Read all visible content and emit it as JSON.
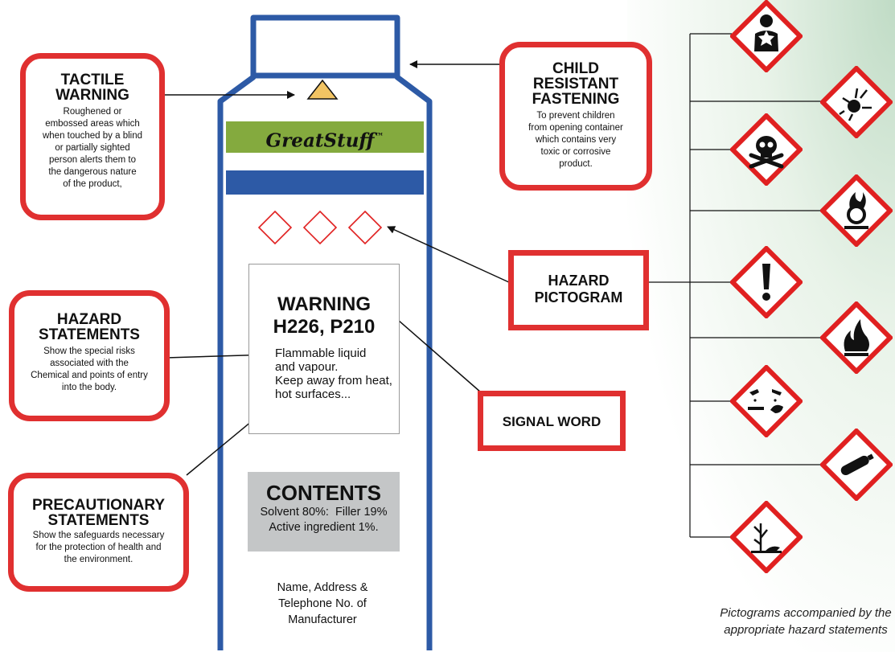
{
  "brand": {
    "name": "GreatStuff",
    "tm": "™"
  },
  "label": {
    "signal_word": "WARNING",
    "codes": "H226, P210",
    "hazard_lines": [
      "Flammable liquid",
      "and vapour.",
      "Keep away from heat,",
      "hot surfaces..."
    ],
    "contents_title": "CONTENTS",
    "contents_lines": [
      "Solvent 80%:  Filler 19%",
      "Active ingredient 1%."
    ],
    "manufacturer_lines": [
      "Name, Address &",
      "Telephone No. of",
      "Manufacturer"
    ]
  },
  "callouts": {
    "tactile": {
      "title_lines": [
        "TACTILE",
        "WARNING"
      ],
      "desc_lines": [
        "Roughened or",
        "embossed areas which",
        "when touched by a blind",
        "or partially sighted",
        "person alerts them to",
        "the dangerous nature",
        "of the product,"
      ]
    },
    "child": {
      "title_lines": [
        "CHILD",
        "RESISTANT",
        "FASTENING"
      ],
      "desc_lines": [
        "To prevent children",
        "from opening container",
        "which contains very",
        "toxic or corrosive",
        "product."
      ]
    },
    "hazard_statements": {
      "title_lines": [
        "HAZARD",
        "STATEMENTS"
      ],
      "desc_lines": [
        "Show the special risks",
        "associated with the",
        "Chemical and points of entry",
        "into the body."
      ]
    },
    "precautionary": {
      "title_lines": [
        "PRECAUTIONARY",
        "STATEMENTS"
      ],
      "desc_lines": [
        "Show the safeguards necessary",
        "for the protection of health and",
        "the environment."
      ]
    }
  },
  "boxes": {
    "hazard_pictogram": [
      "HAZARD",
      "PICTOGRAM"
    ],
    "signal_word": "SIGNAL WORD"
  },
  "pictograms": [
    "health-hazard",
    "explosive",
    "skull-crossbones",
    "oxidizer",
    "exclamation",
    "flammable",
    "corrosive",
    "gas-cylinder",
    "environment"
  ],
  "footnote_lines": [
    "Pictograms accompanied by the",
    "appropriate hazard statements"
  ],
  "colors": {
    "callout_border": "#e03030",
    "bottle_blue": "#2d5aa6",
    "brand_green": "#84aa3e",
    "pictogram_red": "#e02020",
    "contents_grey": "#c4c6c7"
  }
}
